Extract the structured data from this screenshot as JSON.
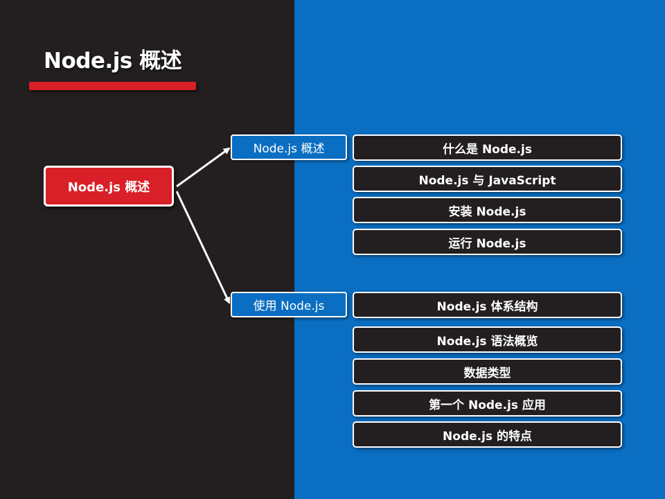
{
  "slide": {
    "title": "Node.js 概述"
  },
  "root": {
    "label": "Node.js 概述"
  },
  "branches": [
    {
      "label": "Node.js 概述",
      "items": [
        "什么是 Node.js",
        "Node.js 与 JavaScript",
        "安装 Node.js",
        "运行 Node.js"
      ]
    },
    {
      "label": "使用 Node.js",
      "items": [
        "Node.js 体系结构",
        "Node.js 语法概览",
        "数据类型",
        "第一个 Node.js 应用",
        "Node.js 的特点"
      ]
    }
  ],
  "colors": {
    "dark_background": "#231f20",
    "blue_panel": "#0a6ec2",
    "accent_red": "#d91f27",
    "text": "#ffffff"
  }
}
